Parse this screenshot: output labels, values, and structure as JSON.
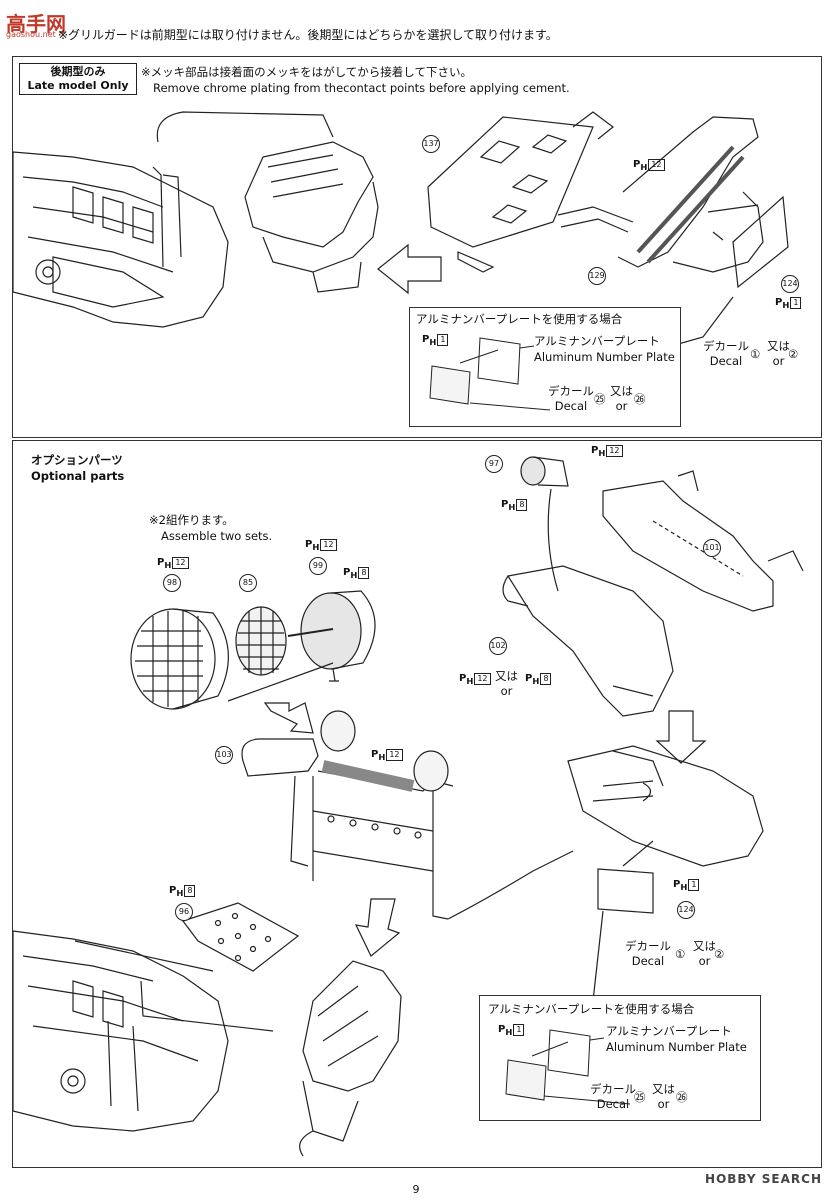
{
  "header": {
    "logo_text": "高手网",
    "logo_url": "gaoshou.net",
    "note": "※グリルガードは前期型には取り付けません。後期型にはどちらかを選択して取り付けます。"
  },
  "top_panel": {
    "tag_jp": "後期型のみ",
    "tag_en": "Late model Only",
    "note_jp": "※メッキ部品は接着面のメッキをはがしてから接着して下さい。",
    "note_en": "Remove chrome plating from thecontact points before applying cement.",
    "parts": {
      "p137": "137",
      "p129": "129",
      "p124": "124"
    },
    "ph12": "12",
    "ph1": "1",
    "decal_jp": "デカール",
    "decal_en": "Decal",
    "decal_n1": "①",
    "decal_or_jp": "又は",
    "decal_or_en": "or",
    "decal_n2": "②",
    "alu_box": {
      "title": "アルミナンバープレートを使用する場合",
      "ph1": "1",
      "plate_jp": "アルミナンバープレート",
      "plate_en": "Aluminum Number Plate",
      "decal_jp": "デカール",
      "decal_en": "Decal",
      "n1": "㉕",
      "or_jp": "又は",
      "or_en": "or",
      "n2": "㉖"
    }
  },
  "bottom_panel": {
    "tag_jp": "オプションパーツ",
    "tag_en": "Optional parts",
    "sets_jp": "※2組作ります。",
    "sets_en": "Assemble two sets.",
    "parts": {
      "p98": "98",
      "p85": "85",
      "p99": "99",
      "p97": "97",
      "p101": "101",
      "p102": "102",
      "p103": "103",
      "p96": "96",
      "p124": "124"
    },
    "ph_values": {
      "a": "12",
      "b": "12",
      "c": "8",
      "d": "12",
      "e": "8",
      "f": "12",
      "g": "8",
      "h": "12",
      "i": "8",
      "j": "1"
    },
    "or_jp": "又は",
    "or_en": "or",
    "decal_jp": "デカール",
    "decal_en": "Decal",
    "decal_n1": "①",
    "decal_n2": "②",
    "alu_box": {
      "title": "アルミナンバープレートを使用する場合",
      "ph1": "1",
      "plate_jp": "アルミナンバープレート",
      "plate_en": "Aluminum Number Plate",
      "decal_jp": "デカール",
      "decal_en": "Decal",
      "n1": "㉕",
      "or_jp": "又は",
      "or_en": "or",
      "n2": "㉖"
    }
  },
  "footer": {
    "page_number": "9",
    "watermark": "HOBBY SEARCH"
  }
}
